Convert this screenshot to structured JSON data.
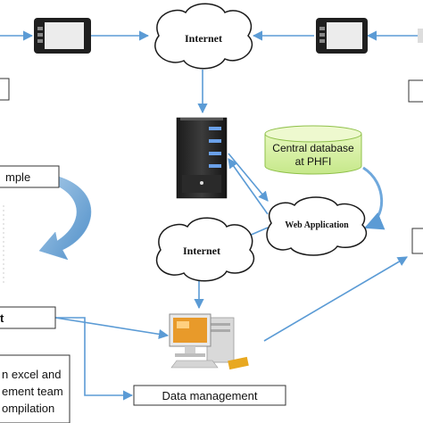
{
  "nodes": {
    "internet_top": "Internet",
    "internet_mid": "Internet",
    "central_db_line1": "Central database",
    "central_db_line2": "at PHFI",
    "web_application": "Web Application",
    "data_management": "Data management",
    "left_mid_box": "mple",
    "left_lower_box": "t",
    "left_note_line1": "n excel and",
    "left_note_line2": "ement team",
    "left_note_line3": "ompilation"
  },
  "colors": {
    "arrow": "#5b9bd5",
    "db_fill": "#d8f0a8",
    "curved_arrow": "#6fa8dc",
    "box_border": "#333333"
  }
}
